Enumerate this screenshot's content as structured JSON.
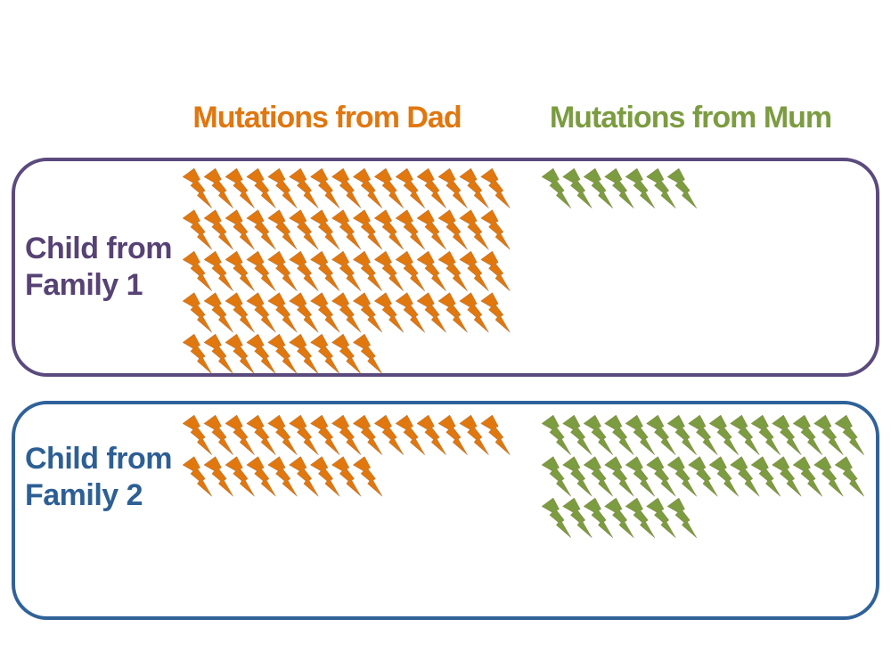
{
  "figure": {
    "column_headers": {
      "dad": "Mutations from Dad",
      "mum": "Mutations from Mum"
    }
  },
  "colors": {
    "background": "#ffffff",
    "dad": "#e0770f",
    "mum": "#7b9c40",
    "family1": "#574274",
    "family1_border": "#5b4a7d",
    "family2": "#2d5f94",
    "family2_border": "#306299"
  },
  "chart_data": {
    "type": "pictogram",
    "title": "",
    "unit_icon": "lightning-bolt",
    "unit_meaning": "one mutation",
    "icons_per_row": 15,
    "legend_position": "top",
    "columns": [
      {
        "key": "dad",
        "label": "Mutations from Dad",
        "color": "#e0770f"
      },
      {
        "key": "mum",
        "label": "Mutations from Mum",
        "color": "#7b9c40"
      }
    ],
    "panels": [
      {
        "label": "Child from Family 1",
        "label_lines": "Child from\nFamily 1",
        "color": "#574274",
        "values": {
          "dad": 69,
          "mum": 7
        }
      },
      {
        "label": "Child from Family 2",
        "label_lines": "Child from\nFamily 2",
        "color": "#2d5f94",
        "values": {
          "dad": 24,
          "mum": 37
        }
      }
    ]
  }
}
